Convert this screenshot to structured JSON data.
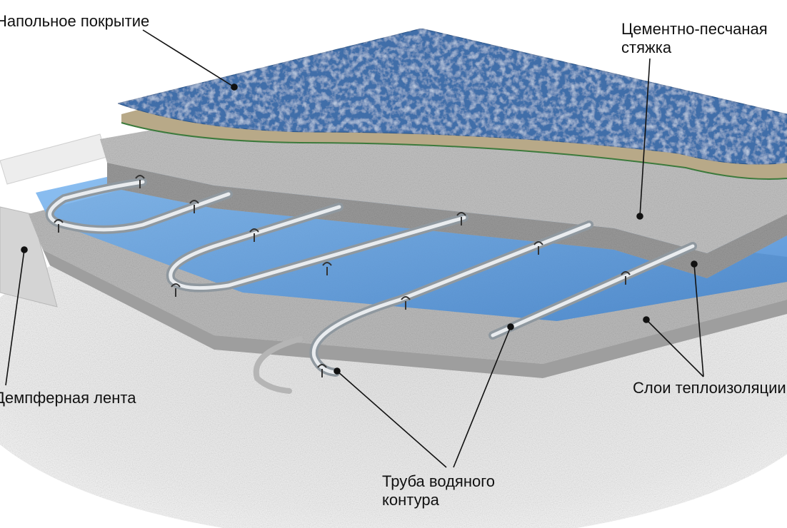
{
  "labels": {
    "floor_covering": "Напольное покрытие",
    "screed_line1": "Цементно-песчаная",
    "screed_line2": "стяжка",
    "damper_tape": "Демпферная лента",
    "insulation": "Слои теплоизоляции",
    "pipe_line1": "Труба водяного",
    "pipe_line2": "контура"
  },
  "colors": {
    "floor_covering": "#3f6ea9",
    "screed": "#c9c9c9",
    "insulation_foil": "#5f9fe0",
    "pipe": "#c7ccd1",
    "leader_line": "#111111"
  }
}
